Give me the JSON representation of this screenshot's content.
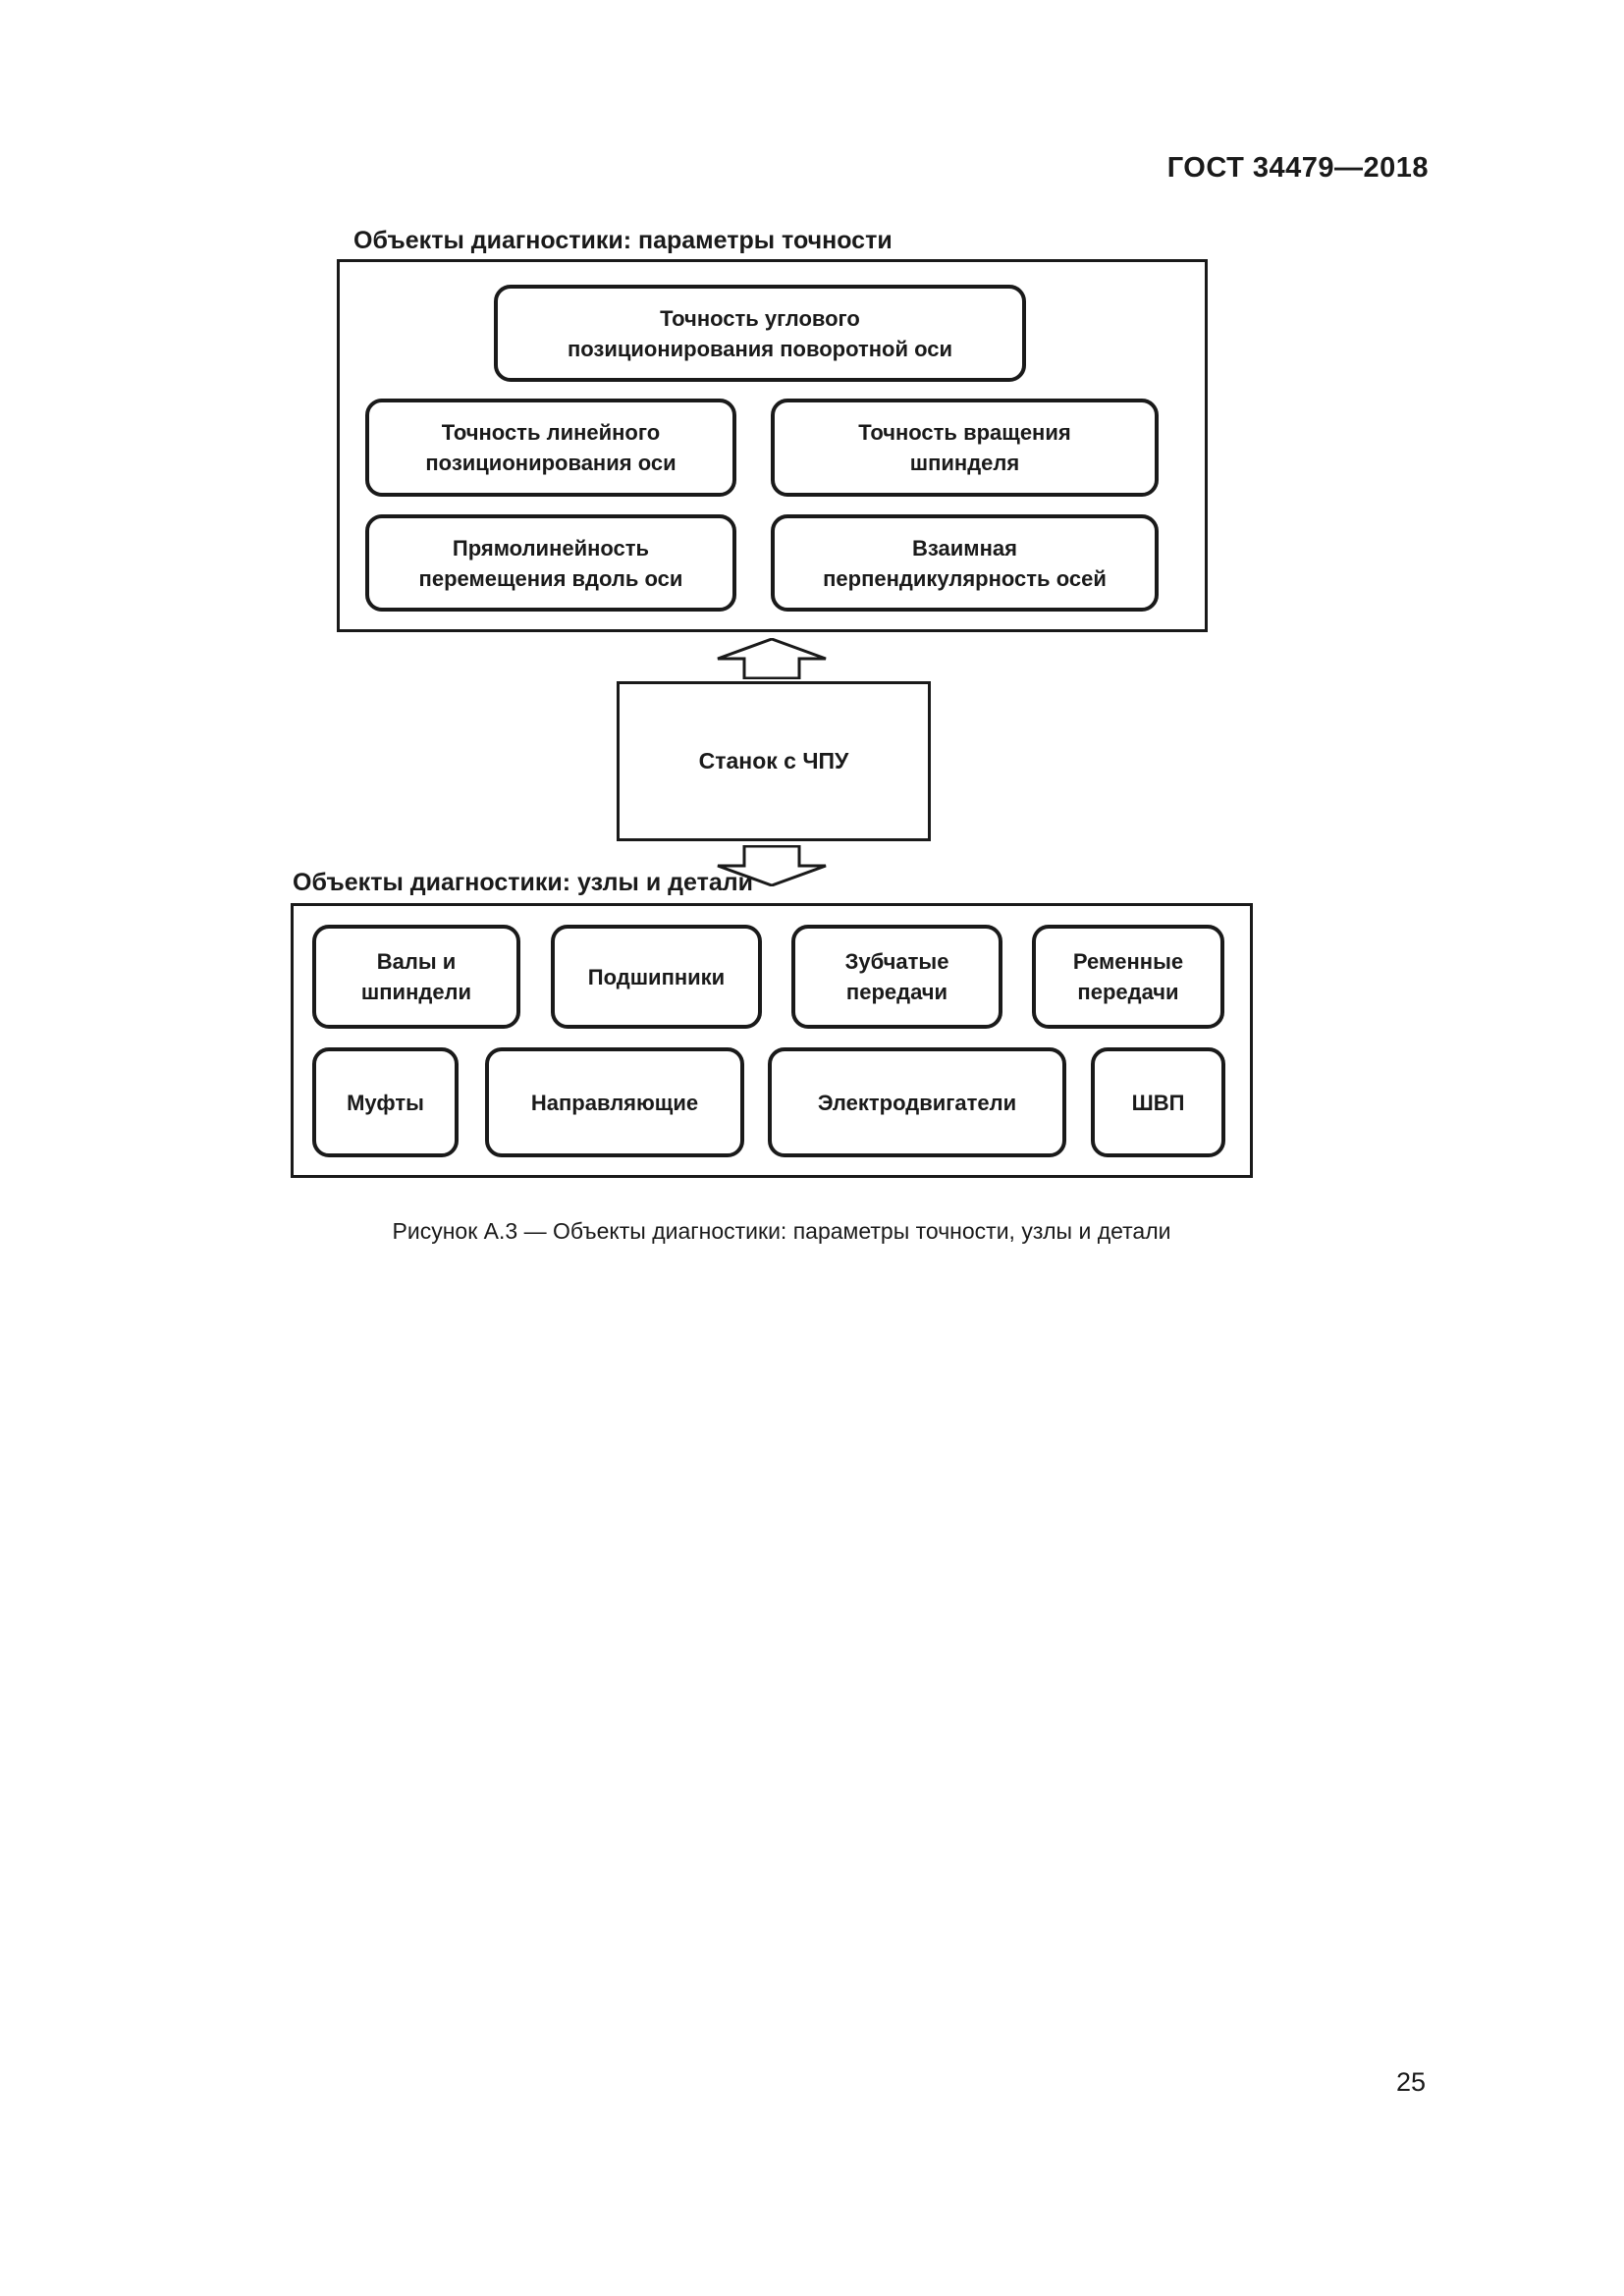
{
  "page": {
    "header": "ГОСТ 34479—2018",
    "number": "25"
  },
  "figure": {
    "caption": "Рисунок А.3 — Объекты диагностики: параметры точности, узлы и детали",
    "accuracy_section": {
      "label": "Объекты диагностики: параметры точности",
      "nodes": {
        "angular": "Точность углового\nпозиционирования поворотной оси",
        "linear": "Точность линейного\nпозиционирования оси",
        "spindle": "Точность вращения\nшпинделя",
        "straightness": "Прямолинейность\nперемещения вдоль оси",
        "perpendicularity": "Взаимная\nперпендикулярность осей"
      }
    },
    "machine_node": "Станок с ЧПУ",
    "parts_section": {
      "label": "Объекты диагностики: узлы и детали",
      "nodes": {
        "shafts": "Валы и\nшпиндели",
        "bearings": "Подшипники",
        "gears": "Зубчатые\nпередачи",
        "belts": "Ременные\nпередачи",
        "couplings": "Муфты",
        "guides": "Направляющие",
        "motors": "Электродвигатели",
        "ballscrews": "ШВП"
      }
    },
    "icons": {
      "up": "block-arrow-up",
      "down": "block-arrow-down"
    }
  },
  "colors": {
    "ink": "#1a1a1a",
    "paper": "#ffffff"
  }
}
